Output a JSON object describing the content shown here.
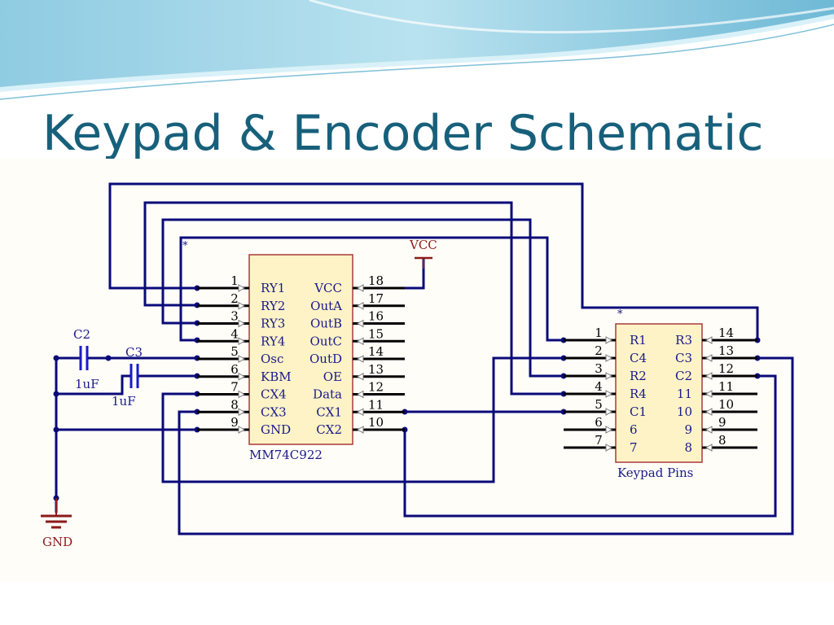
{
  "slide": {
    "title": "Keypad & Encoder Schematic"
  },
  "colors": {
    "wire": "#0a0a7a",
    "label_blue": "#1a1a8a",
    "power": "#8b1a1a",
    "chip_fill": "#fdf3c6",
    "chip_border": "#a93a3a",
    "title": "#17607b"
  },
  "encoder": {
    "part": "MM74C922",
    "marker": "*",
    "left_pins": [
      {
        "num": "1",
        "label": "RY1"
      },
      {
        "num": "2",
        "label": "RY2"
      },
      {
        "num": "3",
        "label": "RY3"
      },
      {
        "num": "4",
        "label": "RY4"
      },
      {
        "num": "5",
        "label": "Osc"
      },
      {
        "num": "6",
        "label": "KBM"
      },
      {
        "num": "7",
        "label": "CX4"
      },
      {
        "num": "8",
        "label": "CX3"
      },
      {
        "num": "9",
        "label": "GND"
      }
    ],
    "right_pins": [
      {
        "num": "18",
        "label": "VCC"
      },
      {
        "num": "17",
        "label": "OutA"
      },
      {
        "num": "16",
        "label": "OutB"
      },
      {
        "num": "15",
        "label": "OutC"
      },
      {
        "num": "14",
        "label": "OutD"
      },
      {
        "num": "13",
        "label": "OE"
      },
      {
        "num": "12",
        "label": "Data"
      },
      {
        "num": "11",
        "label": "CX1"
      },
      {
        "num": "10",
        "label": "CX2"
      }
    ]
  },
  "keypad": {
    "name": "Keypad Pins",
    "marker": "*",
    "left_pins": [
      {
        "num": "1",
        "label": "R1"
      },
      {
        "num": "2",
        "label": "C4"
      },
      {
        "num": "3",
        "label": "R2"
      },
      {
        "num": "4",
        "label": "R4"
      },
      {
        "num": "5",
        "label": "C1"
      },
      {
        "num": "6",
        "label": "6"
      },
      {
        "num": "7",
        "label": "7"
      }
    ],
    "right_pins": [
      {
        "num": "14",
        "label": "R3"
      },
      {
        "num": "13",
        "label": "C3"
      },
      {
        "num": "12",
        "label": "C2"
      },
      {
        "num": "11",
        "label": "11"
      },
      {
        "num": "10",
        "label": "10"
      },
      {
        "num": "9",
        "label": "9"
      },
      {
        "num": "8",
        "label": "8"
      }
    ]
  },
  "power": {
    "vcc": "VCC",
    "gnd": "GND"
  },
  "capacitors": [
    {
      "ref": "C2",
      "value": "1uF"
    },
    {
      "ref": "C3",
      "value": "1uF"
    }
  ]
}
